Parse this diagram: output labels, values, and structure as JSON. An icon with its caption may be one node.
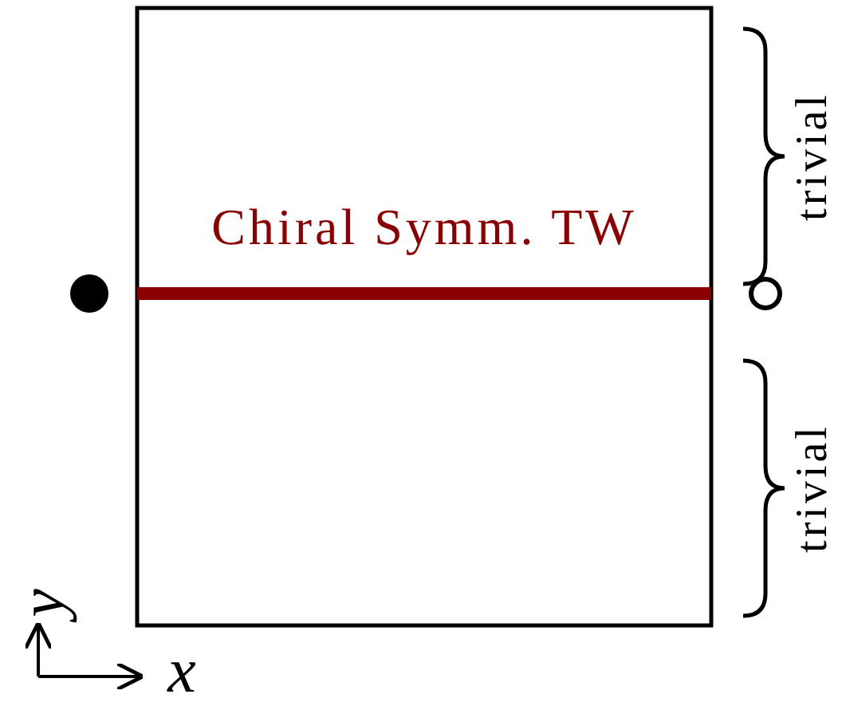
{
  "diagram": {
    "labels": [
      "Chiral Symm. TW",
      "trivial",
      "trivial",
      "y",
      "x"
    ]
  }
}
